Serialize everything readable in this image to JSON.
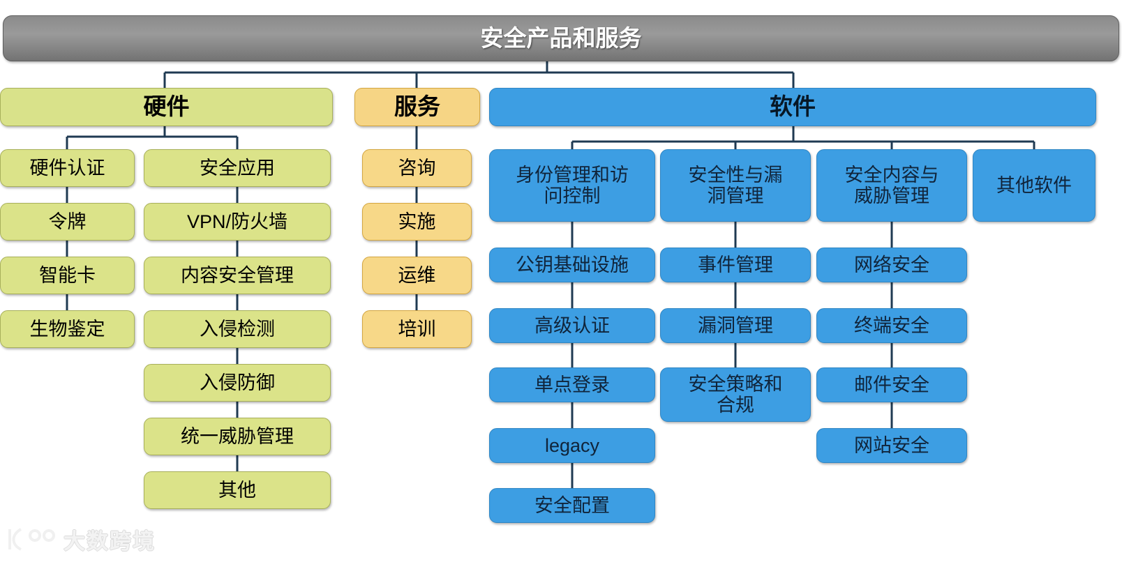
{
  "diagram": {
    "type": "org-tree",
    "root": {
      "label": "安全产品和服务",
      "color": "#8b8b8b"
    },
    "branches": [
      {
        "id": "hardware",
        "label": "硬件",
        "color": "#dbe389",
        "columns": [
          {
            "id": "hardware-auth",
            "items": [
              "硬件认证",
              "令牌",
              "智能卡",
              "生物鉴定"
            ]
          },
          {
            "id": "security-application",
            "items": [
              "安全应用",
              "VPN/防火墙",
              "内容安全管理",
              "入侵检测",
              "入侵防御",
              "统一威胁管理",
              "其他"
            ]
          }
        ]
      },
      {
        "id": "service",
        "label": "服务",
        "color": "#f7d888",
        "columns": [
          {
            "id": "service-items",
            "items": [
              "咨询",
              "实施",
              "运维",
              "培训"
            ]
          }
        ]
      },
      {
        "id": "software",
        "label": "软件",
        "color": "#3d9ee3",
        "columns": [
          {
            "id": "identity-access",
            "items": [
              "身份管理和访\n问控制",
              "公钥基础设施",
              "高级认证",
              "单点登录",
              "legacy",
              "安全配置"
            ]
          },
          {
            "id": "security-vulnerability",
            "items": [
              "安全性与漏\n洞管理",
              "事件管理",
              "漏洞管理",
              "安全策略和\n合规"
            ]
          },
          {
            "id": "content-threat",
            "items": [
              "安全内容与\n威胁管理",
              "网络安全",
              "终端安全",
              "邮件安全",
              "网站安全"
            ]
          },
          {
            "id": "other-software",
            "items": [
              "其他软件"
            ]
          }
        ]
      }
    ]
  },
  "watermark": {
    "text": "大数跨境",
    "logo_icon": "kuajing-logo-icon"
  }
}
